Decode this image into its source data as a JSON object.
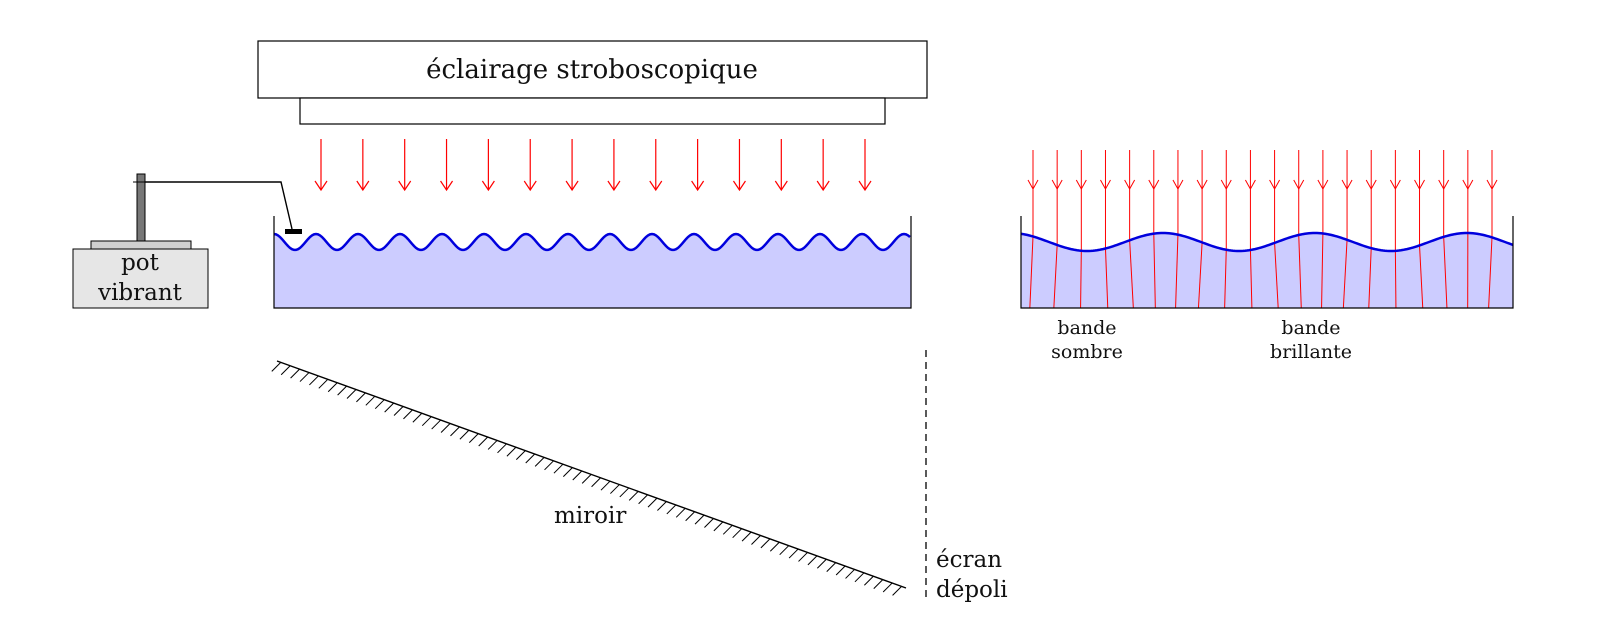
{
  "labels": {
    "lamp": "éclairage stroboscopique",
    "vibrator_line1": "pot",
    "vibrator_line2": "vibrant",
    "mirror": "miroir",
    "screen_line1": "écran",
    "screen_line2": "dépoli",
    "dark_band_line1": "bande",
    "dark_band_line2": "sombre",
    "bright_band_line1": "bande",
    "bright_band_line2": "brillante"
  },
  "colors": {
    "light_rays": "#ff0000",
    "water_surface": "#0000dd",
    "water_fill": "#ccccff",
    "vibrator_body": "#e6e6e6",
    "vibrator_rod": "#777777",
    "outline": "#000000"
  }
}
